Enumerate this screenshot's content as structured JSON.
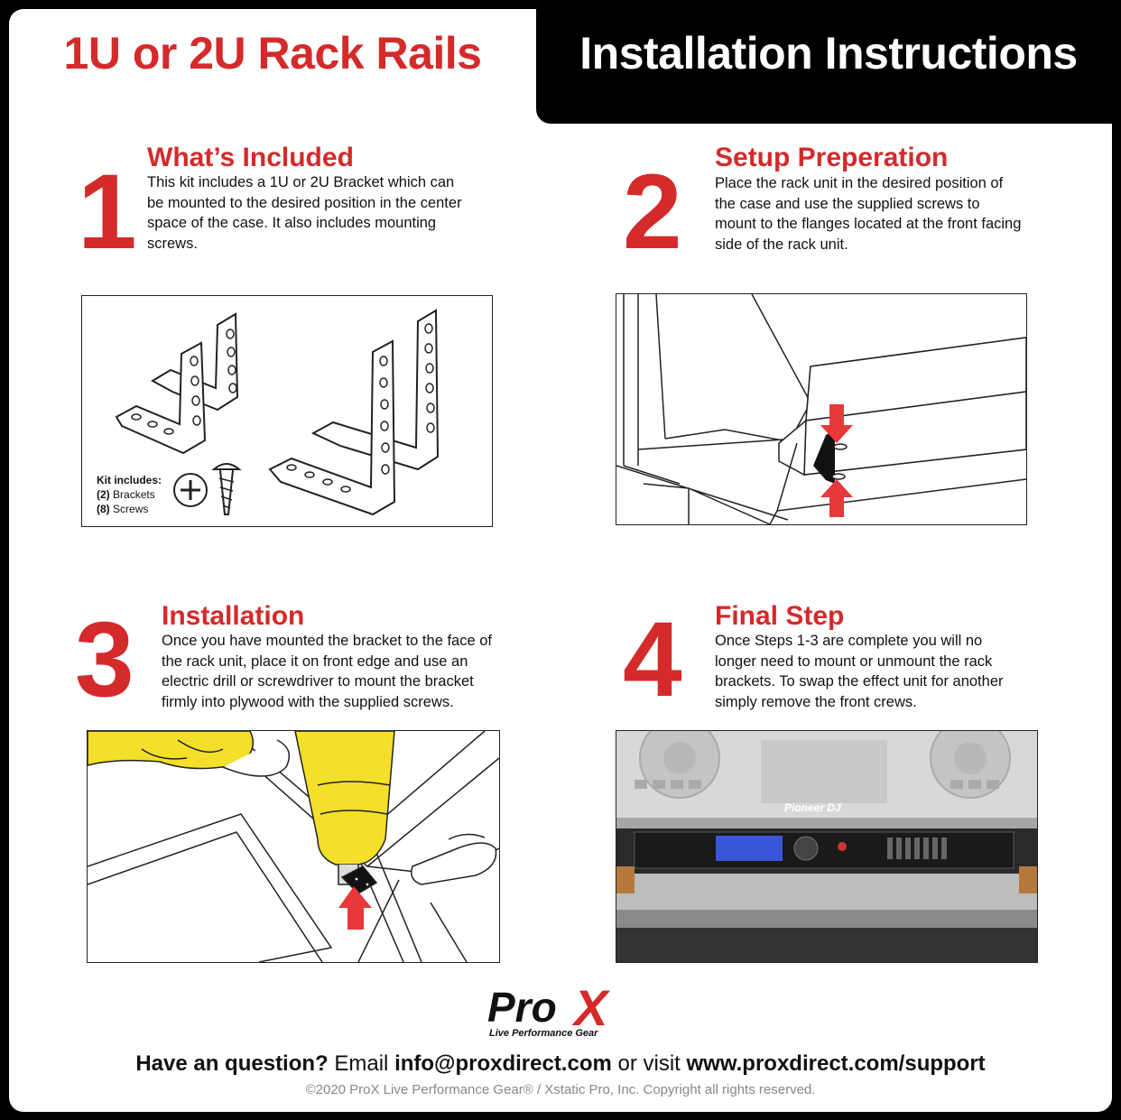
{
  "header": {
    "title_left": "1U or 2U Rack Rails",
    "title_right": "Installation Instructions"
  },
  "steps": [
    {
      "number": "1",
      "title": "What’s Included",
      "text": "This kit includes a 1U or 2U Bracket which can be mounted to the desired position in the center space of the case. It also includes mounting screws."
    },
    {
      "number": "2",
      "title": "Setup Preperation",
      "text": "Place the rack unit in the desired position of the case and use the supplied screws to mount to the flanges located at the front facing side of the rack unit."
    },
    {
      "number": "3",
      "title": "Installation",
      "text": "Once you have mounted the bracket to the face of the rack unit, place it on front edge and use an electric drill or screwdriver to mount the bracket firmly into plywood with the supplied screws."
    },
    {
      "number": "4",
      "title": "Final Step",
      "text": "Once Steps 1-3 are complete you will no longer need to mount or unmount the rack brackets. To swap the effect unit for another simply remove the front crews."
    }
  ],
  "kit": {
    "heading": "Kit includes:",
    "item1_qty": "(2)",
    "item1_name": "Brackets",
    "item2_qty": "(8)",
    "item2_name": "Screws"
  },
  "photo": {
    "mixer_brand": "Pioneer DJ"
  },
  "logo": {
    "name": "ProX",
    "tagline": "Live Performance Gear"
  },
  "footer": {
    "question": "Have an question?",
    "email_label": "Email",
    "email": "info@proxdirect.com",
    "or_visit": "or visit",
    "url": "www.proxdirect.com/support",
    "copyright": "©2020 ProX Live Performance Gear® / Xstatic Pro, Inc. Copyright all rights reserved."
  },
  "colors": {
    "accent_red": "#d42a2a",
    "header_black": "#000000",
    "drill_yellow": "#f4df2a"
  }
}
